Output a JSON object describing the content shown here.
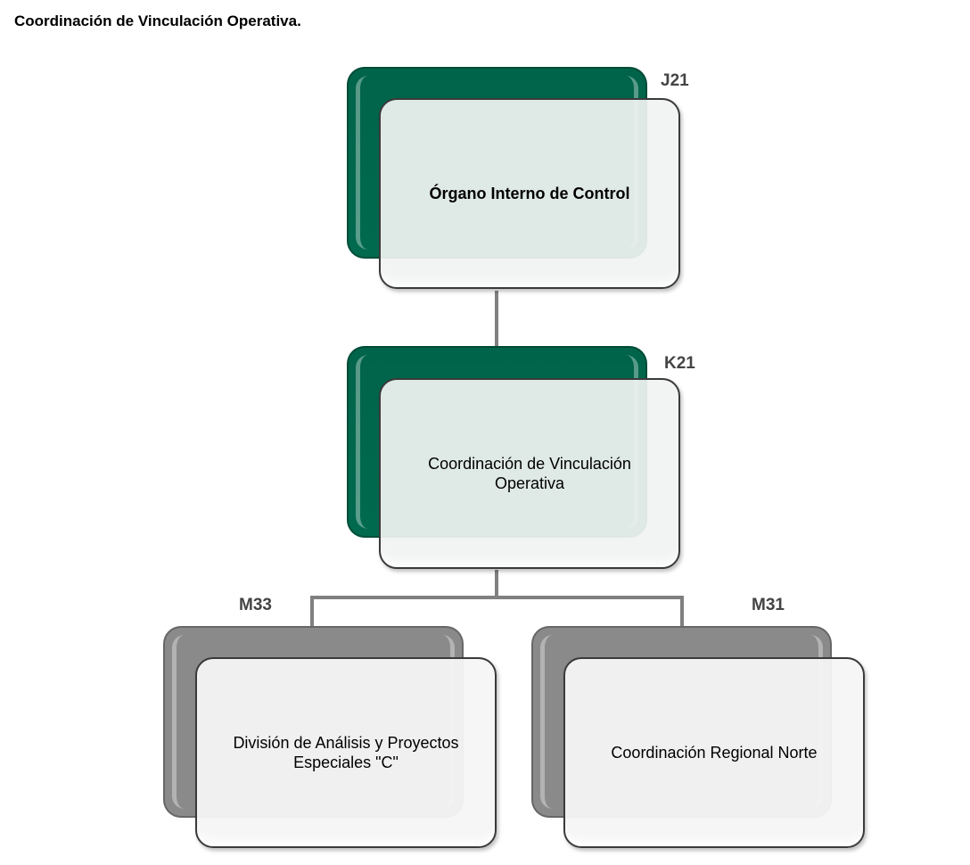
{
  "title": "Coordinación de Vinculación Operativa.",
  "nodes": [
    {
      "code": "J21",
      "label": "Órgano Interno de Control"
    },
    {
      "code": "K21",
      "label": "Coordinación de Vinculación Operativa"
    },
    {
      "code": "M33",
      "label": "División de Análisis y Proyectos Especiales \"C\""
    },
    {
      "code": "M31",
      "label": "Coordinación Regional Norte"
    }
  ],
  "colors": {
    "primary": "#006a4e",
    "secondary": "#8a8a8a",
    "connector": "#808080"
  }
}
